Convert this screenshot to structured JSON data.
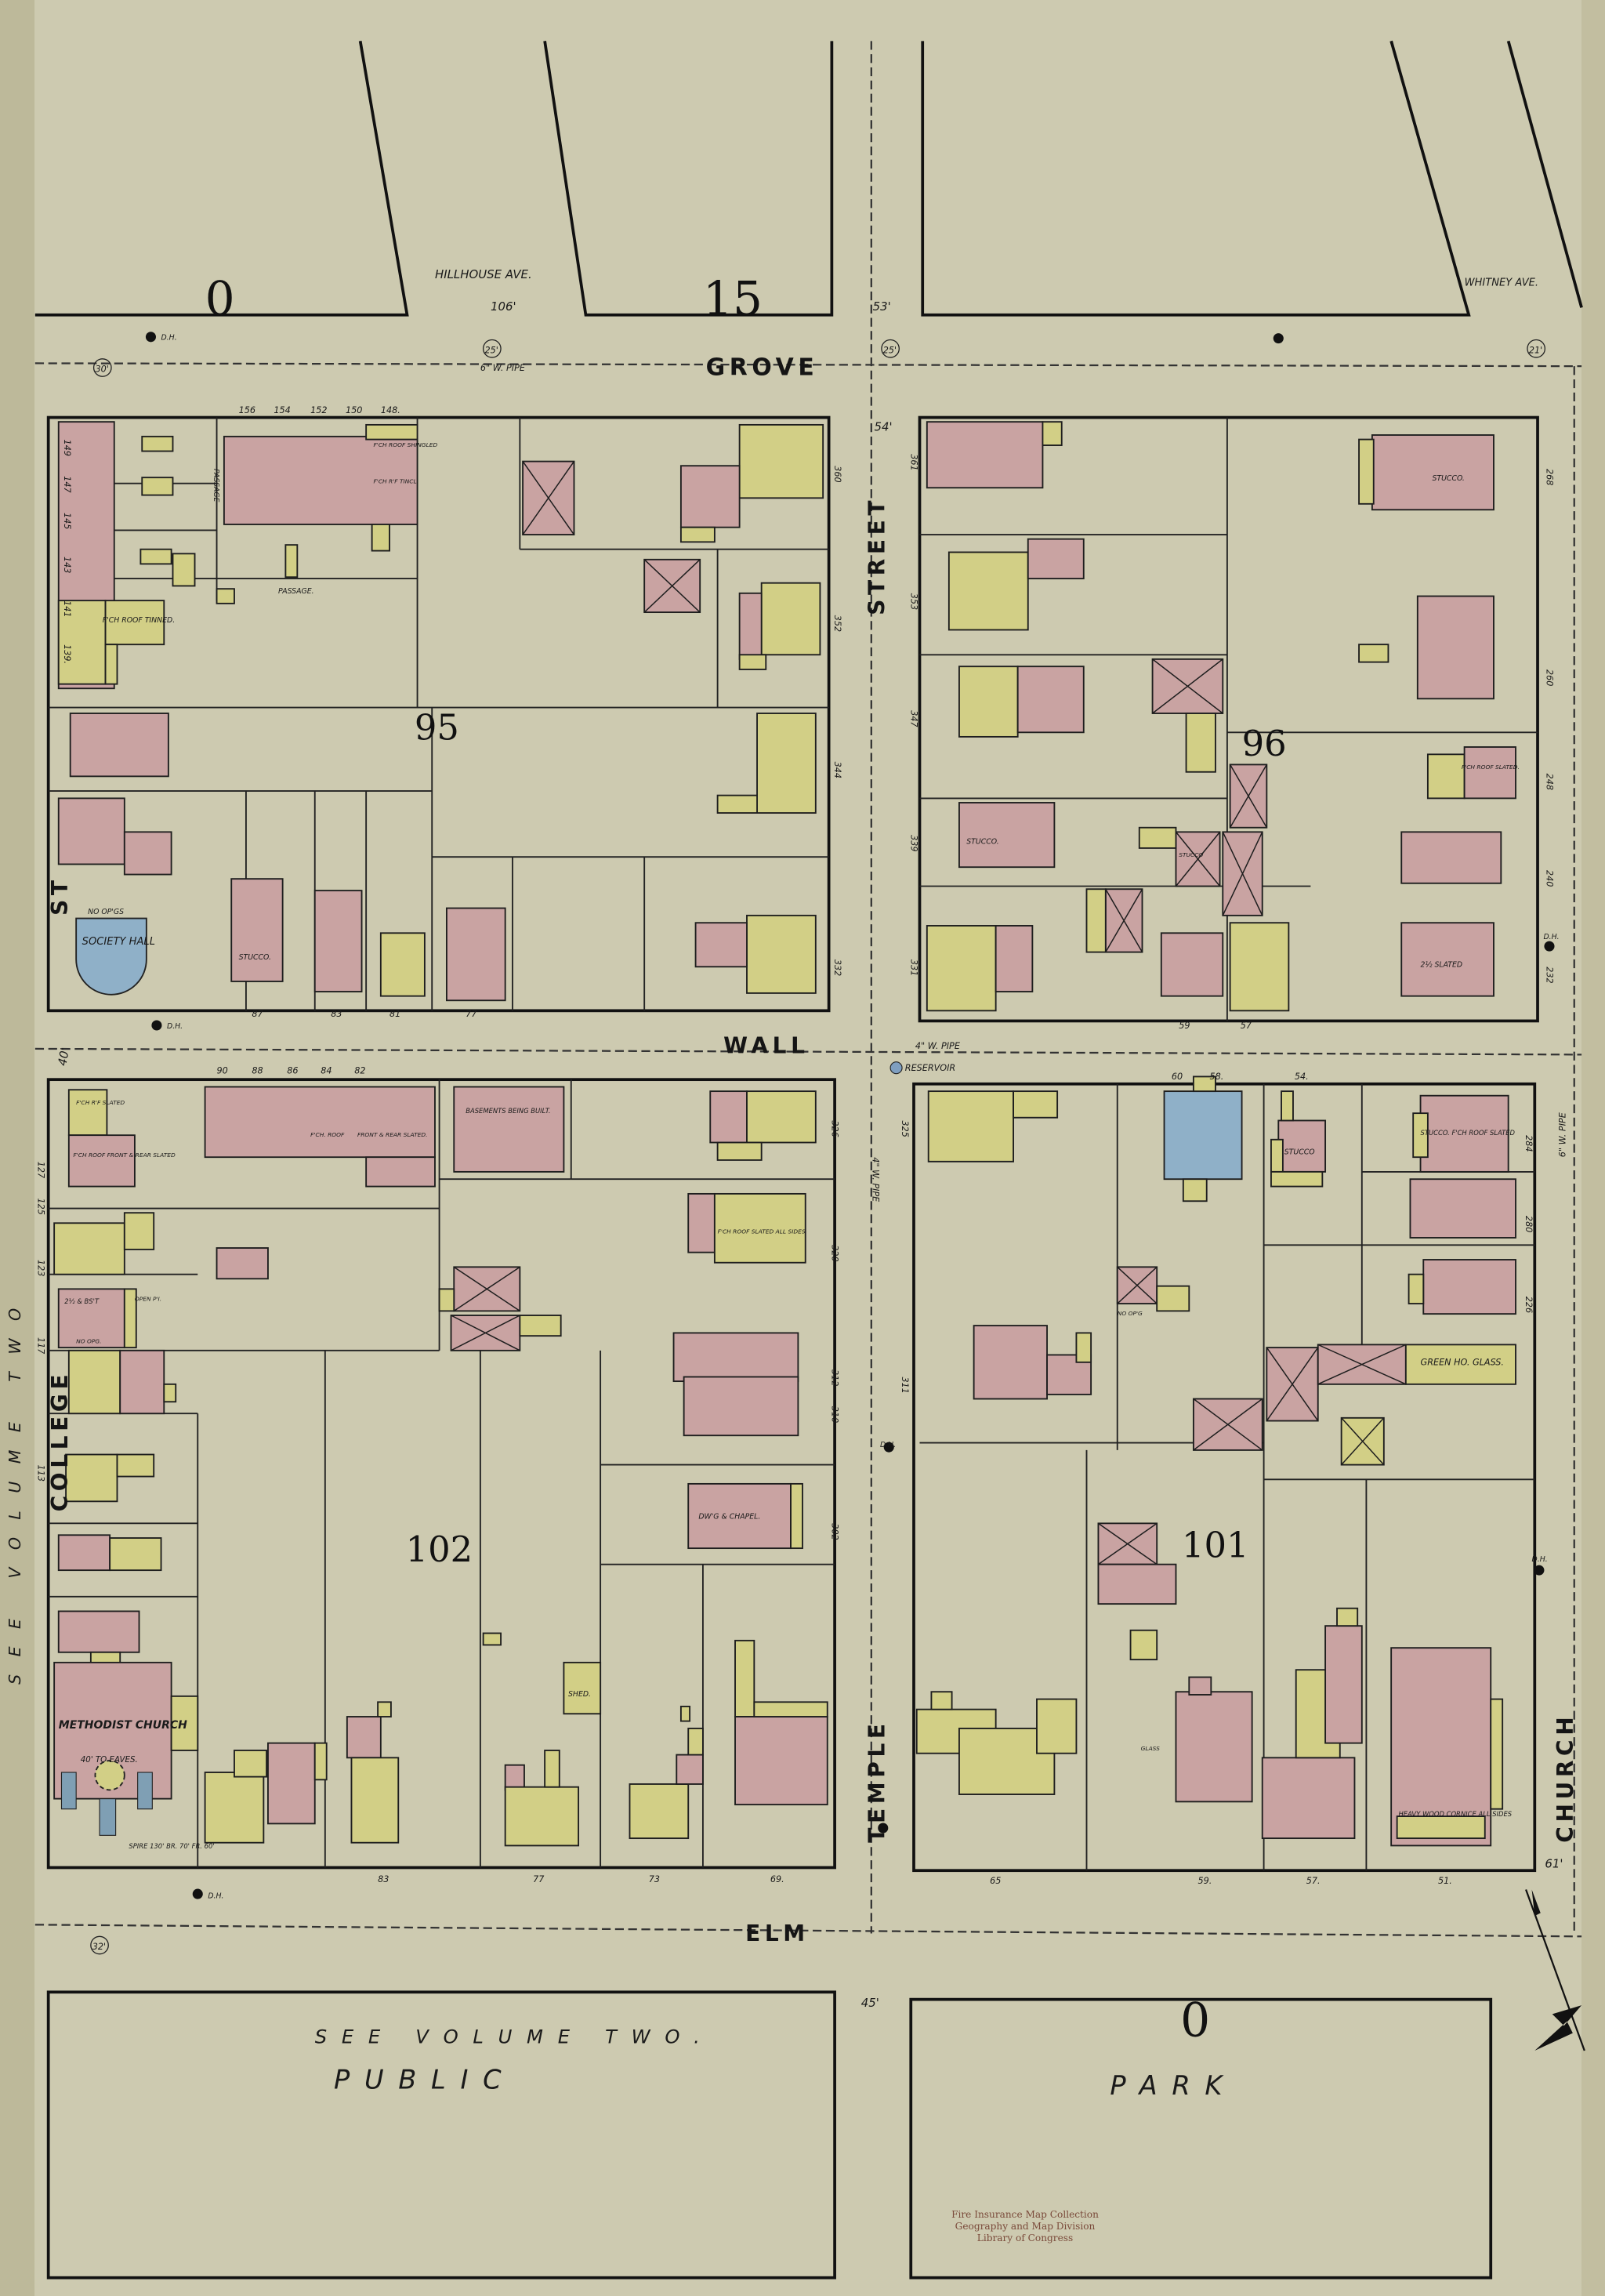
{
  "colors": {
    "paper": "#cdcab0",
    "margin": "#bdb99a",
    "brick": "#c9a3a2",
    "frame": "#d2cf86",
    "stone": "#8fb0c8",
    "ink": "#151515",
    "stamp": "#7a4a3a"
  },
  "sheet_numbers": {
    "top_left": "0",
    "top_middle": "15",
    "bottom_right": "0"
  },
  "streets": {
    "grove": "GROVE",
    "wall": "WALL",
    "elm": "ELM",
    "street": "STREET",
    "temple": "TEMPLE",
    "college": "COLLEGE",
    "college_st": "ST",
    "church": "CHURCH",
    "hillhouse": "HILLHOUSE AVE.",
    "whitney": "WHITNEY AVE."
  },
  "blocks": {
    "b95": "95",
    "b96": "96",
    "b101": "101",
    "b102": "102"
  },
  "widths": {
    "hillhouse": "106'",
    "street_top": "53'",
    "street_block": "54'",
    "bottom": "45'",
    "church": "61'",
    "college": "40'",
    "grove_left": "30'",
    "grove_mid": "25'",
    "grove_right1": "25'",
    "grove_right2": "21'",
    "elm_left": "32'"
  },
  "pipes": {
    "grove": "6\" W. PIPE",
    "wall": "4\" W. PIPE",
    "street_vertical": "4\" W. PIPE",
    "church_vertical": "6\" W. PIPE"
  },
  "reservoir": "RESERVOIR",
  "hydrant": "D.H.",
  "margin_text": "SEE VOLUME TWO",
  "bottom": {
    "see_volume": "SEE VOLUME TWO.",
    "public": "PUBLIC",
    "park": "PARK"
  },
  "notes": {
    "society_hall": "SOCIETY HALL",
    "no_opgs": "NO OP'GS",
    "passage": "PASSAGE.",
    "passage_v": "PASSAGE",
    "fch_roof_tinned": "F'CH ROOF TINNED.",
    "fch_roof_shingled": "F'CH ROOF SHINGLED",
    "fch_rf_tinned": "F'CH R'F TINCL.",
    "stucco_95": "STUCCO.",
    "stucco_96a": "STUCCO.",
    "stucco_96b": "STUCCO.",
    "stucco_96c": "STUCCO",
    "fch_roof_slated_96": "F'CH ROOF SLATED.",
    "slated_96": "2½ SLATED",
    "fch_rf_slated": "F'CH R'F SLATED",
    "fch_front_rear": "F'CH ROOF FRONT & REAR SLATED",
    "fch_roof_row": "F'CH. ROOF",
    "front_rear_slated": "FRONT & REAR SLATED.",
    "basements": "BASEMENTS BEING BUILT.",
    "fch_all_sides": "F'CH ROOF SLATED ALL SIDES",
    "bst": "2½ & BS'T",
    "no_opg": "NO OPG.",
    "open_pi": "OPEN P'I.",
    "dwg_chapel": "DW'G & CHAPEL.",
    "shed": "SHED.",
    "church_name": "METHODIST CHURCH",
    "eaves": "40' TO EAVES.",
    "spire": "SPIRE 130' BR. 70' FR. 60'",
    "stucco_101": "STUCCO",
    "fch_slated_101": "STUCCO. F'CH ROOF SLATED",
    "green_house": "GREEN HO. GLASS.",
    "no_opg_101": "NO OP'G",
    "glass": "GLASS",
    "heavy_wood": "HEAVY WOOD CORNICE ALL SIDES"
  },
  "house_numbers": {
    "grove_95": [
      "156",
      "154",
      "152",
      "150",
      "148."
    ],
    "college_95": [
      "149",
      "147",
      "145",
      "143",
      "141",
      "139."
    ],
    "street_95": [
      "360",
      "352",
      "344",
      "332"
    ],
    "wall_95": [
      "87",
      "83",
      "81",
      "77"
    ],
    "street_96": [
      "361",
      "353",
      "347",
      "339",
      "331"
    ],
    "church_96": [
      "268",
      "260",
      "248",
      "240",
      "232"
    ],
    "wall_96": [
      "59",
      "57"
    ],
    "wall_102": [
      "90",
      "88",
      "86",
      "84",
      "82"
    ],
    "college_102": [
      "127",
      "125",
      "123",
      "117",
      "113"
    ],
    "street_102": [
      "326",
      "320",
      "312",
      "310",
      "302"
    ],
    "elm_102": [
      "83",
      "77",
      "73",
      "69."
    ],
    "wall_101": [
      "60",
      "58.",
      "54."
    ],
    "street_101": [
      "325",
      "311"
    ],
    "church_101": [
      "284",
      "280",
      "226"
    ],
    "elm_101": [
      "65",
      "59.",
      "57.",
      "51."
    ]
  },
  "stamp": [
    "Fire Insurance Map Collection",
    "Geography and Map Division",
    "Library of Congress"
  ]
}
